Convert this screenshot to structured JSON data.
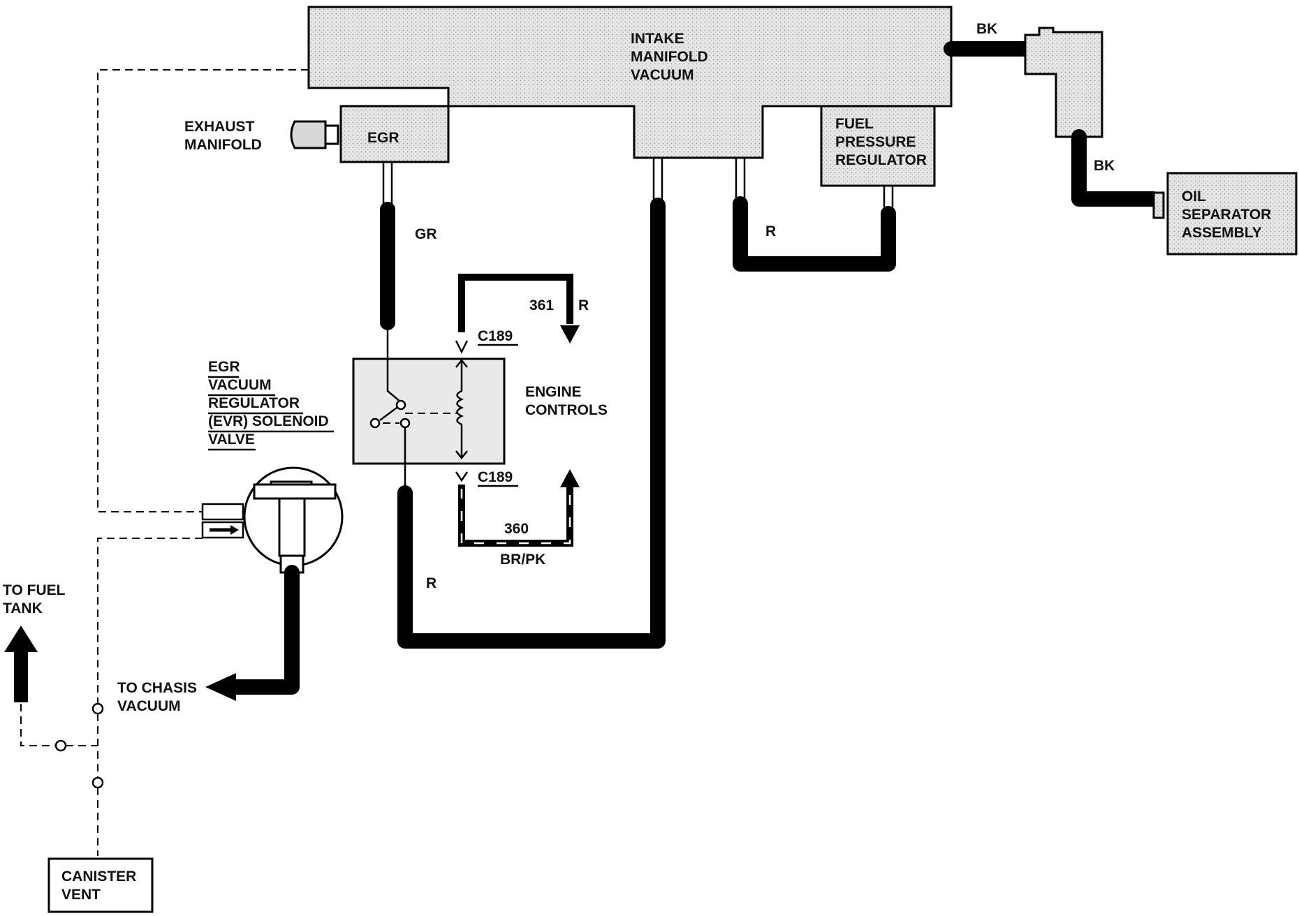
{
  "labels": {
    "intake_line1": "INTAKE",
    "intake_line2": "MANIFOLD",
    "intake_line3": "VACUUM",
    "bk_top": "BK",
    "bk_right": "BK",
    "exhaust_line1": "EXHAUST",
    "exhaust_line2": "MANIFOLD",
    "egr": "EGR",
    "fpr_line1": "FUEL",
    "fpr_line2": "PRESSURE",
    "fpr_line3": "REGULATOR",
    "oil_line1": "OIL",
    "oil_line2": "SEPARATOR",
    "oil_line3": "ASSEMBLY",
    "gr": "GR",
    "r_fpr": "R",
    "circuit_361": "361",
    "r_361": "R",
    "c189_top": "C189",
    "c189_bottom": "C189",
    "engine_line1": "ENGINE",
    "engine_line2": "CONTROLS",
    "evr_line1": "EGR",
    "evr_line2": "VACUUM",
    "evr_line3": "REGULATOR",
    "evr_line4": "(EVR) SOLENOID",
    "evr_line5": "VALVE",
    "circuit_360": "360",
    "br_pk": "BR/PK",
    "r_lower": "R",
    "fuel_tank_line1": "TO FUEL",
    "fuel_tank_line2": "TANK",
    "chassis_line1": "TO CHASIS",
    "chassis_line2": "VACUUM",
    "canister_line1": "CANISTER",
    "canister_line2": "VENT"
  },
  "icons": {
    "fuel_tank_arrow": "arrow-up-icon",
    "chassis_arrow": "arrow-left-icon",
    "wire_361_arrow": "arrow-down-icon",
    "wire_360_arrow": "arrow-up-icon"
  },
  "colors": {
    "ink": "#000000",
    "paper": "#ffffff",
    "component_fill": "#e6e6e6"
  }
}
